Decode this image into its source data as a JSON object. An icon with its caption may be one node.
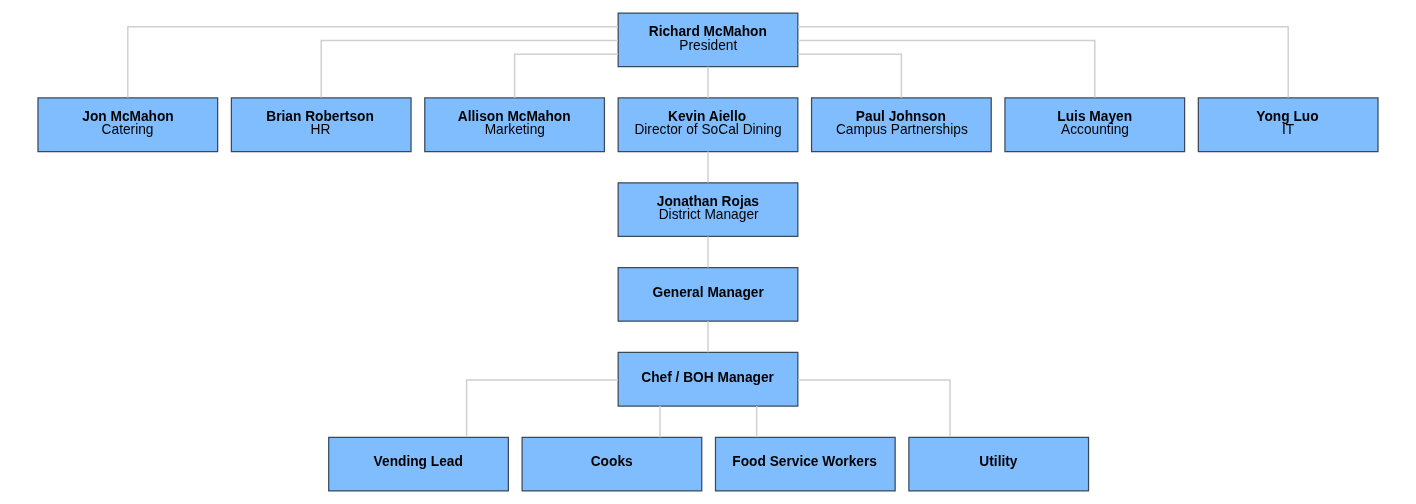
{
  "diagram": {
    "nodes": [
      {
        "text": [
          "Richard McMahon",
          "President"
        ]
      },
      {
        "text": [
          "Jon McMahon",
          "Catering"
        ]
      },
      {
        "text": [
          "Brian Robertson",
          "HR"
        ]
      },
      {
        "text": [
          "Allison McMahon",
          "Marketing"
        ]
      },
      {
        "text": [
          "Kevin Aiello",
          "Director of SoCal Dining"
        ]
      },
      {
        "text": [
          "Paul Johnson",
          "Campus Partnerships"
        ]
      },
      {
        "text": [
          "Luis Mayen",
          "Accounting"
        ]
      },
      {
        "text": [
          "Yong Luo",
          "IT"
        ]
      },
      {
        "text": [
          "Jonathan Rojas",
          "District Manager"
        ]
      },
      {
        "text": [
          "General Manager"
        ]
      },
      {
        "text": [
          "Chef / BOH Manager"
        ]
      },
      {
        "text": [
          "Vending Lead"
        ]
      },
      {
        "text": [
          "Cooks"
        ]
      },
      {
        "text": [
          "Food Service Workers"
        ]
      },
      {
        "text": [
          "Utility"
        ]
      }
    ],
    "edges": [
      {
        "from": 0,
        "to": 1,
        "arrow": "none"
      },
      {
        "from": 0,
        "to": 2,
        "arrow": "none"
      },
      {
        "from": 0,
        "to": 3,
        "arrow": "none"
      },
      {
        "from": 0,
        "to": 4,
        "arrow": "none"
      },
      {
        "from": 0,
        "to": 5,
        "arrow": "none"
      },
      {
        "from": 0,
        "to": 6,
        "arrow": "none"
      },
      {
        "from": 0,
        "to": 7,
        "arrow": "none"
      },
      {
        "from": 4,
        "to": 8,
        "arrow": "none"
      },
      {
        "from": 8,
        "to": 9,
        "arrow": "none"
      },
      {
        "from": 9,
        "to": 10,
        "arrow": "none"
      },
      {
        "from": 10,
        "to": 11,
        "arrow": "none"
      },
      {
        "from": 10,
        "to": 12,
        "arrow": "none"
      },
      {
        "from": 10,
        "to": 13,
        "arrow": "none"
      },
      {
        "from": 10,
        "to": 14,
        "arrow": "none"
      }
    ]
  }
}
